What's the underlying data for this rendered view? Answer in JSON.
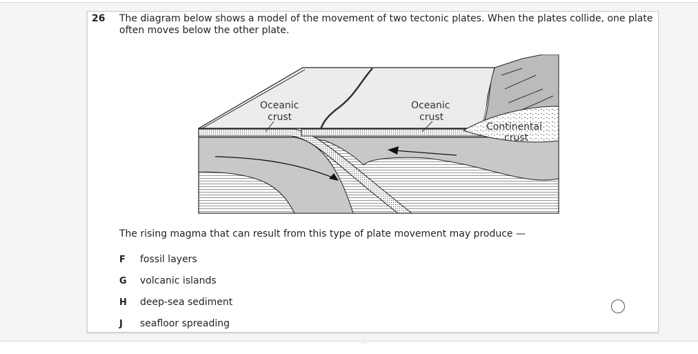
{
  "question": {
    "number": "26",
    "stem": "The diagram below shows a model of the movement of two tectonic plates. When the plates collide, one plate often moves below the other plate.",
    "prompt": "The rising magma that can result from this type of plate movement may produce —"
  },
  "diagram": {
    "labels": {
      "oceanic_left_1": "Oceanic",
      "oceanic_left_2": "crust",
      "oceanic_right_1": "Oceanic",
      "oceanic_right_2": "crust",
      "continental_1": "Continental",
      "continental_2": "crust"
    }
  },
  "options": [
    {
      "letter": "F",
      "text": "fossil layers"
    },
    {
      "letter": "G",
      "text": "volcanic islands"
    },
    {
      "letter": "H",
      "text": "deep-sea sediment"
    },
    {
      "letter": "J",
      "text": "seafloor spreading"
    }
  ],
  "bottom_handle": "⋯"
}
